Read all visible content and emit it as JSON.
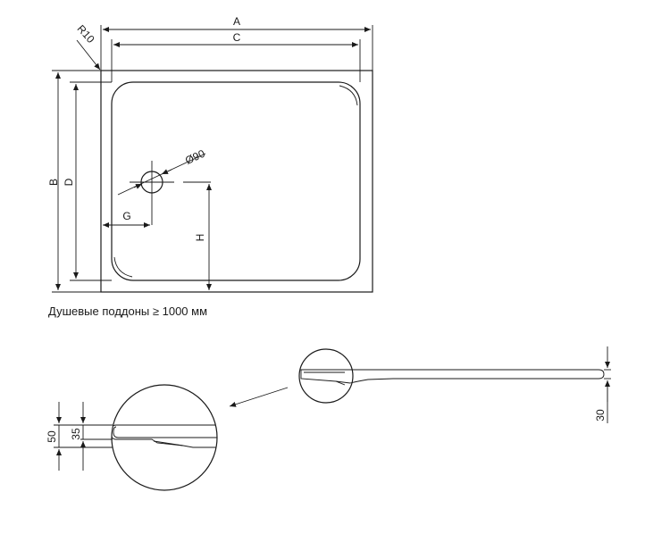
{
  "plan_view": {
    "dim_a": "A",
    "dim_b": "B",
    "dim_c": "C",
    "dim_d": "D",
    "dim_g": "G",
    "dim_h": "H",
    "radius": "R10",
    "drain_diameter": "Ø90"
  },
  "caption": "Душевые поддоны ≥ 1000 мм",
  "section_view": {
    "overall_height": "30",
    "detail_height_total": "50",
    "detail_height_inner": "35"
  }
}
